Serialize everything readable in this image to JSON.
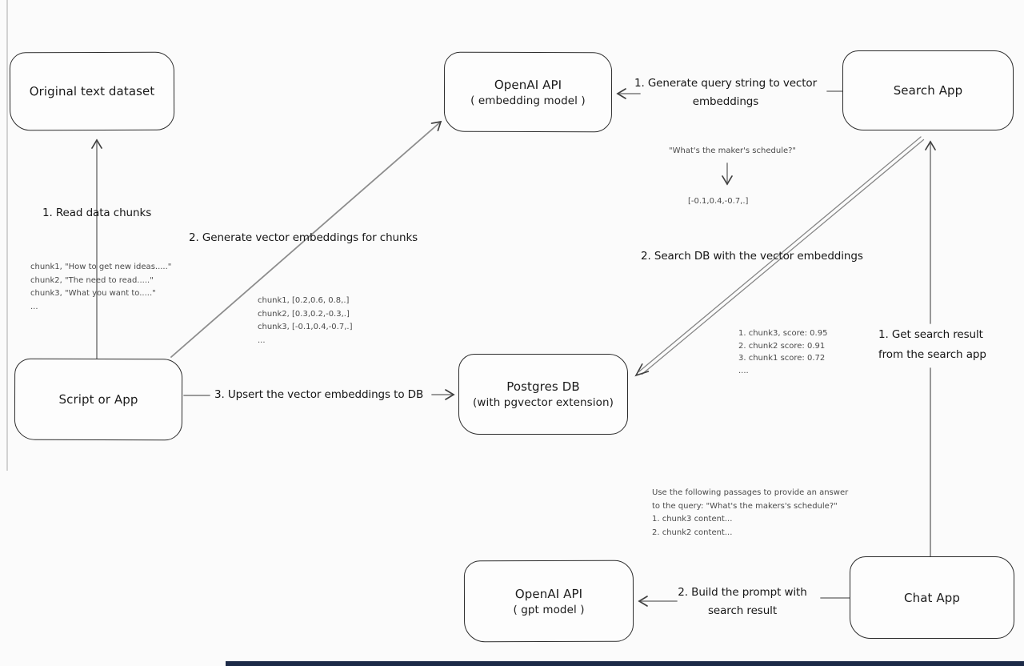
{
  "diagram": {
    "nodes": [
      {
        "id": "original-text-dataset",
        "lines": [
          "Original text dataset"
        ]
      },
      {
        "id": "openai-embedding-api",
        "lines": [
          "OpenAI API",
          "( embedding model )"
        ]
      },
      {
        "id": "search-app",
        "lines": [
          "Search App"
        ]
      },
      {
        "id": "script-or-app",
        "lines": [
          "Script or App"
        ]
      },
      {
        "id": "postgres-db",
        "lines": [
          "Postgres DB",
          "(with pgvector extension)"
        ]
      },
      {
        "id": "openai-gpt-api",
        "lines": [
          "OpenAI API",
          "( gpt model )"
        ]
      },
      {
        "id": "chat-app",
        "lines": [
          "Chat App"
        ]
      }
    ],
    "edge_labels": {
      "read_data_chunks": "1. Read data chunks",
      "generate_embeddings": "2. Generate vector embeddings for chunks",
      "upsert_embeddings": "3. Upsert the vector embeddings  to DB",
      "generate_query_vector": [
        "1. Generate query string to vector",
        "embeddings"
      ],
      "search_db": "2. Search DB with the vector embeddings",
      "get_search_result": [
        "1. Get search result",
        "from the search app"
      ],
      "build_prompt": [
        "2. Build the prompt with",
        "search result"
      ]
    },
    "annotations": {
      "chunk_texts": [
        "chunk1, \"How to get new ideas.....\"",
        "chunk2, \"The need to read.....\"",
        "chunk3, \"What you want to.....\"",
        "..."
      ],
      "chunk_vectors": [
        "chunk1, [0.2,0.6, 0.8,.]",
        "chunk2, [0.3,0.2,-0.3,.]",
        "chunk3, [-0.1,0.4,-0.7,.]",
        "..."
      ],
      "query_string": "\"What's the maker's schedule?\"",
      "query_vector": "[-0.1,0.4,-0.7,.]",
      "search_scores": [
        "1. chunk3, score: 0.95",
        "2. chunk2 score: 0.91",
        "3. chunk1 score: 0.72",
        "...."
      ],
      "prompt_preview": [
        "Use the following passages to provide an answer",
        "to the query: \"What's the makers's schedule?\"",
        "1. chunk3 content...",
        "2. chunk2 content..."
      ]
    },
    "colors": {
      "background": "#fbfbfb",
      "box_border": "#2c2c2c",
      "arrow_shaft": "#8d8d8d",
      "arrow_head": "#3f3f3f",
      "label_text": "#161616",
      "annotation_text": "#4a4a4a",
      "bottom_bar": "#1c2a47",
      "edge_line": "#d2d2d2"
    }
  }
}
